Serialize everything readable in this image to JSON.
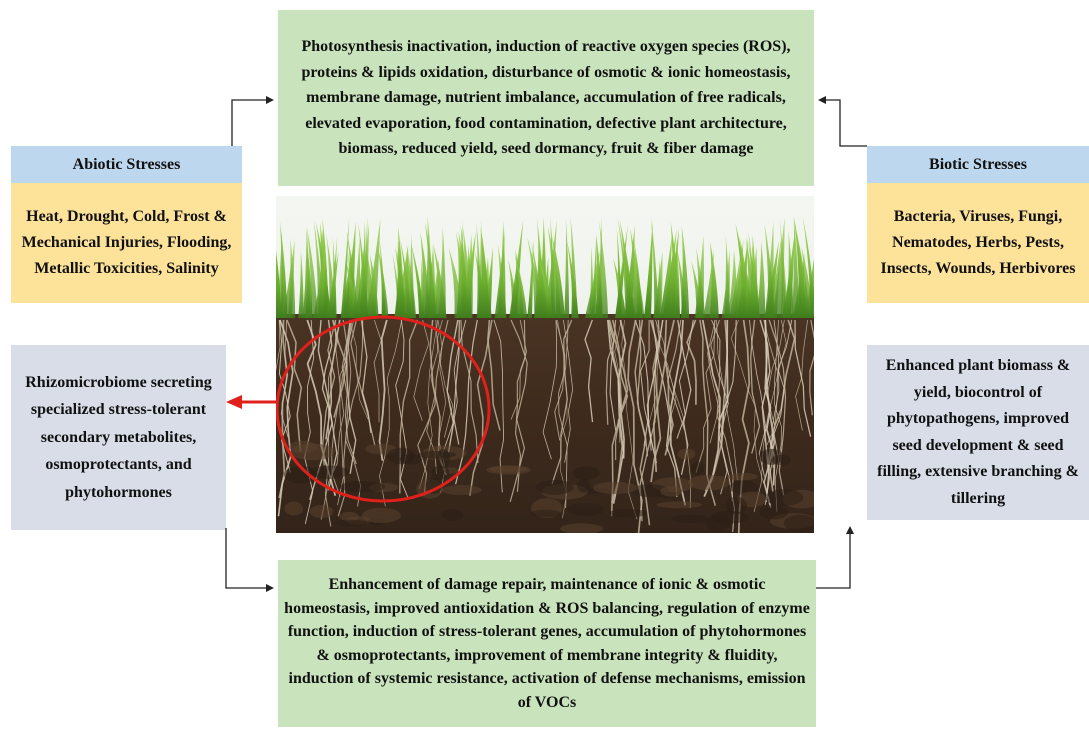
{
  "top_effects": {
    "text": "Photosynthesis inactivation, induction of reactive oxygen species (ROS), proteins & lipids oxidation, disturbance of osmotic & ionic homeostasis, membrane damage, nutrient imbalance, accumulation of free radicals, elevated evaporation, food contamination, defective plant architecture, biomass, reduced yield, seed dormancy, fruit & fiber damage"
  },
  "abiotic": {
    "title": "Abiotic Stresses",
    "list": "Heat, Drought, Cold, Frost & Mechanical Injuries, Flooding, Metallic Toxicities, Salinity"
  },
  "biotic": {
    "title": "Biotic Stresses",
    "list": "Bacteria, Viruses, Fungi, Nematodes, Herbs, Pests, Insects, Wounds, Herbivores"
  },
  "rhizo": {
    "text": "Rhizomicrobiome secreting specialized stress-tolerant secondary metabolites, osmoprotectants, and phytohormones"
  },
  "outcome": {
    "text": "Enhanced plant biomass & yield, biocontrol of phytopathogens, improved seed development & seed filling, extensive branching & tillering"
  },
  "bottom_effects": {
    "text": "Enhancement of damage repair, maintenance of ionic & osmotic homeostasis, improved antioxidation & ROS balancing, regulation of enzyme function, induction of stress-tolerant genes, accumulation of phytohormones & osmoprotectants, improvement of membrane integrity & fluidity, induction of systemic resistance, activation of defense mechanisms, emission of VOCs"
  },
  "colors": {
    "green": "#c9e4bd",
    "blue": "#bdd7ee",
    "yellow": "#fde29a",
    "grey": "#d8dde8",
    "highlight": "#e0201b"
  }
}
